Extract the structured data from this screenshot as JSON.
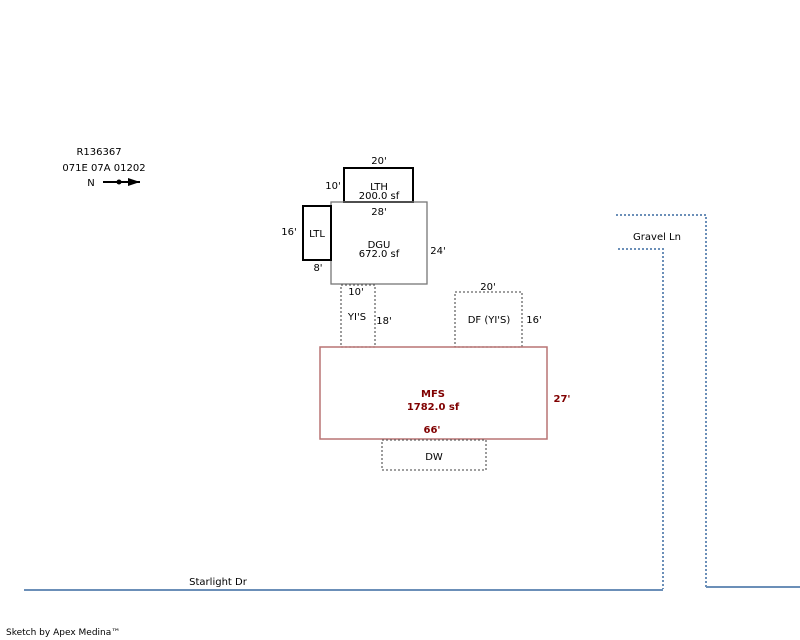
{
  "header": {
    "parcel_id": "R136367",
    "map_ref": "071E 07A 01202",
    "north_label": "N"
  },
  "roads": {
    "starlight": "Starlight Dr",
    "gravel": "Gravel Ln"
  },
  "colors": {
    "main_structure": "#b87474",
    "main_text": "#800000",
    "road_line": "#6b8fb8",
    "solid_outline": "#000000",
    "gray_outline": "#777777",
    "dotted_outline": "#666666"
  },
  "structures": {
    "lth": {
      "code": "LTH",
      "area": "200.0 sf",
      "dim_top": "20'",
      "dim_side": "10'"
    },
    "ltl": {
      "code": "LTL",
      "dim_side": "16'",
      "dim_bottom": "8'"
    },
    "dgu": {
      "code": "DGU",
      "area": "672.0 sf",
      "dim_top": "28'",
      "dim_side": "24'"
    },
    "yis": {
      "code": "YI'S",
      "dim_top": "10'",
      "dim_side": "18'"
    },
    "df": {
      "code": "DF (YI'S)",
      "dim_top": "20'",
      "dim_side": "16'"
    },
    "mfs": {
      "code": "MFS",
      "area": "1782.0 sf",
      "dim_bottom": "66'",
      "dim_side": "27'"
    },
    "dw": {
      "code": "DW"
    }
  },
  "footer": {
    "credit": "Sketch by Apex Medina™"
  }
}
